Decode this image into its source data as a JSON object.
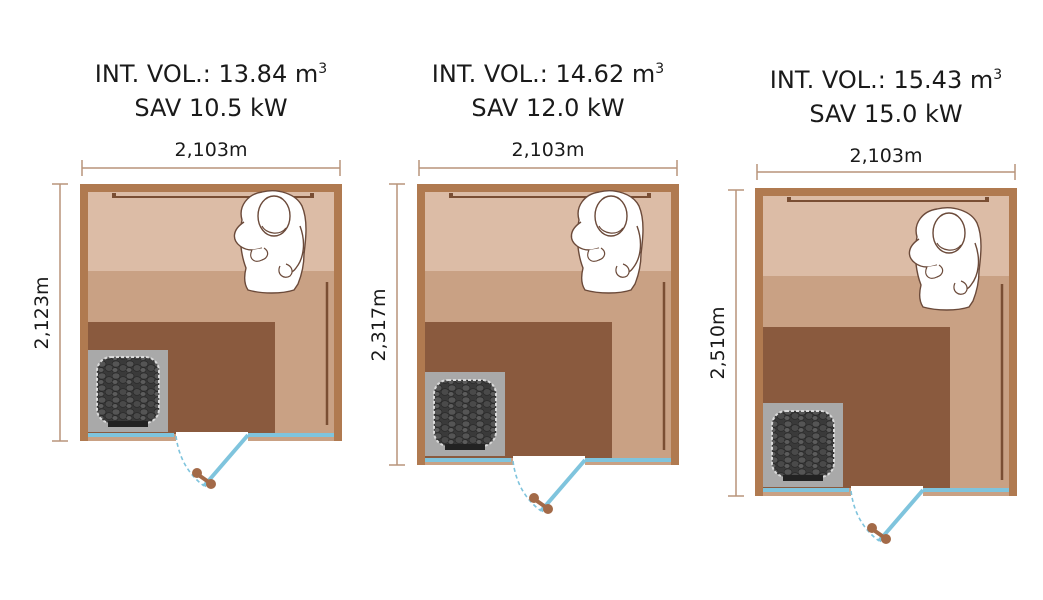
{
  "saunas": [
    {
      "volume_label": "INT. VOL.:",
      "volume_value": "13.84",
      "volume_unit": "m",
      "volume_exp": "3",
      "power": "SAV 10.5 kW",
      "width": "2,103m",
      "depth": "2,123m"
    },
    {
      "volume_label": "INT. VOL.:",
      "volume_value": "14.62",
      "volume_unit": "m",
      "volume_exp": "3",
      "power": "SAV 12.0 kW",
      "width": "2,103m",
      "depth": "2,317m"
    },
    {
      "volume_label": "INT. VOL.:",
      "volume_value": "15.43",
      "volume_unit": "m",
      "volume_exp": "3",
      "power": "SAV 15.0 kW",
      "width": "2,103m",
      "depth": "2,510m"
    }
  ],
  "colors": {
    "wall": "#b07a50",
    "floor": "#c9a184",
    "bench_top": "#dcbca6",
    "bench_lower": "#8a5a3e",
    "heater_frame": "#a9a9a9",
    "stones": "#3f3f3f",
    "glass": "#7fc4dd",
    "dimension_line": "#b8947a"
  }
}
